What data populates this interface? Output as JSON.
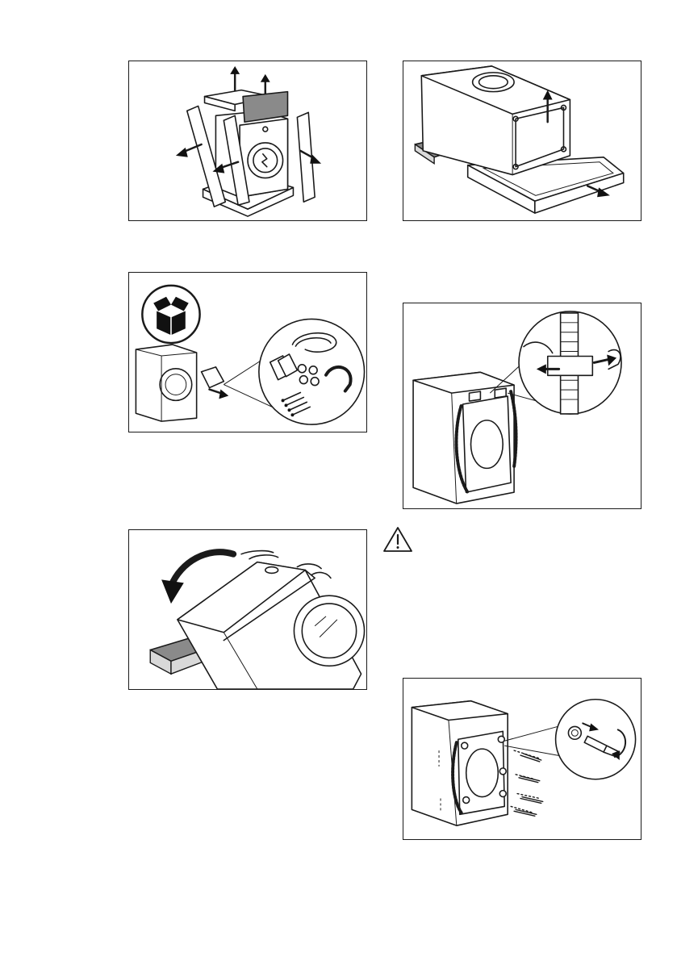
{
  "figures": [
    {
      "id": "remove-packaging",
      "icon": "arrow-up-icon"
    },
    {
      "id": "remove-polystyrene-base",
      "icon": "arrow-up-icon"
    },
    {
      "id": "unpack-accessories",
      "icon": "box-icon"
    },
    {
      "id": "remove-hose-clamps",
      "icon": "arrow-left-icon"
    },
    {
      "id": "tilt-appliance",
      "icon": "curved-arrow-icon"
    },
    {
      "id": "remove-transit-bolts",
      "icon": "screw-icon"
    }
  ],
  "warning": {
    "icon": "warning-triangle-icon"
  },
  "colors": {
    "line": "#1a1a1a",
    "fill_dark": "#8a8a8a",
    "fill_light": "#d9d9d9"
  }
}
